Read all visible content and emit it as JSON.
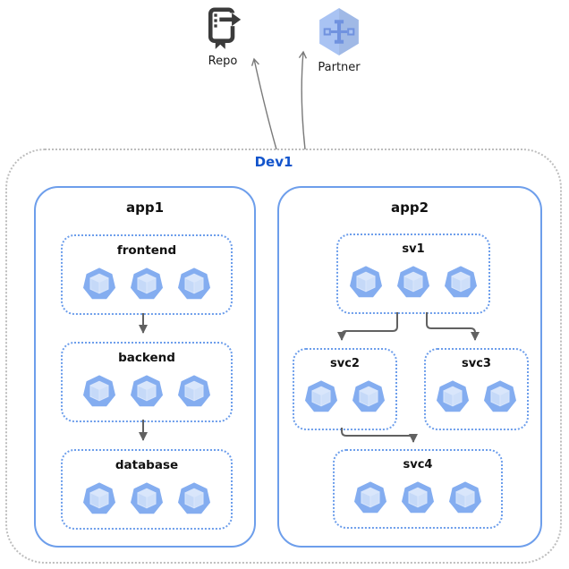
{
  "external_nodes": [
    {
      "id": "repo",
      "label": "Repo",
      "icon": "source-repository-icon"
    },
    {
      "id": "partner",
      "label": "Partner",
      "icon": "hexagon-interconnect-icon"
    }
  ],
  "boundary": {
    "label": "Dev1"
  },
  "apps": [
    {
      "label": "app1",
      "services": [
        {
          "label": "frontend",
          "pods": 3
        },
        {
          "label": "backend",
          "pods": 3
        },
        {
          "label": "database",
          "pods": 3
        }
      ]
    },
    {
      "label": "app2",
      "services": [
        {
          "label": "sv1",
          "pods": 3
        },
        {
          "label": "svc2",
          "pods": 2
        },
        {
          "label": "svc3",
          "pods": 2
        },
        {
          "label": "svc4",
          "pods": 3
        }
      ]
    }
  ],
  "edges": [
    {
      "from": "frontend",
      "to": "backend"
    },
    {
      "from": "backend",
      "to": "database"
    },
    {
      "from": "sv1",
      "to": "svc2"
    },
    {
      "from": "sv1",
      "to": "svc3"
    },
    {
      "from": "svc2",
      "to": "svc4"
    },
    {
      "from": "Dev1",
      "to": "Repo"
    },
    {
      "from": "Dev1",
      "to": "Partner"
    }
  ],
  "colors": {
    "accent-blue": "#6d9eeb",
    "boundary-gray": "#bdbdbd",
    "dev-label-blue": "#1254cc",
    "label-black": "#111111",
    "edge-gray": "#616161",
    "ext-edge-gray": "#7a7a7a",
    "pod-fill": "#84adf0",
    "pod-cube-top": "#d9e6fb",
    "pod-cube-left": "#c5d9f8",
    "pod-cube-right": "#cedff9",
    "hexagon-fill": "#a9c3f3",
    "hexagon-glyph": "#7092df",
    "repo-dark": "#3b3b3b"
  }
}
